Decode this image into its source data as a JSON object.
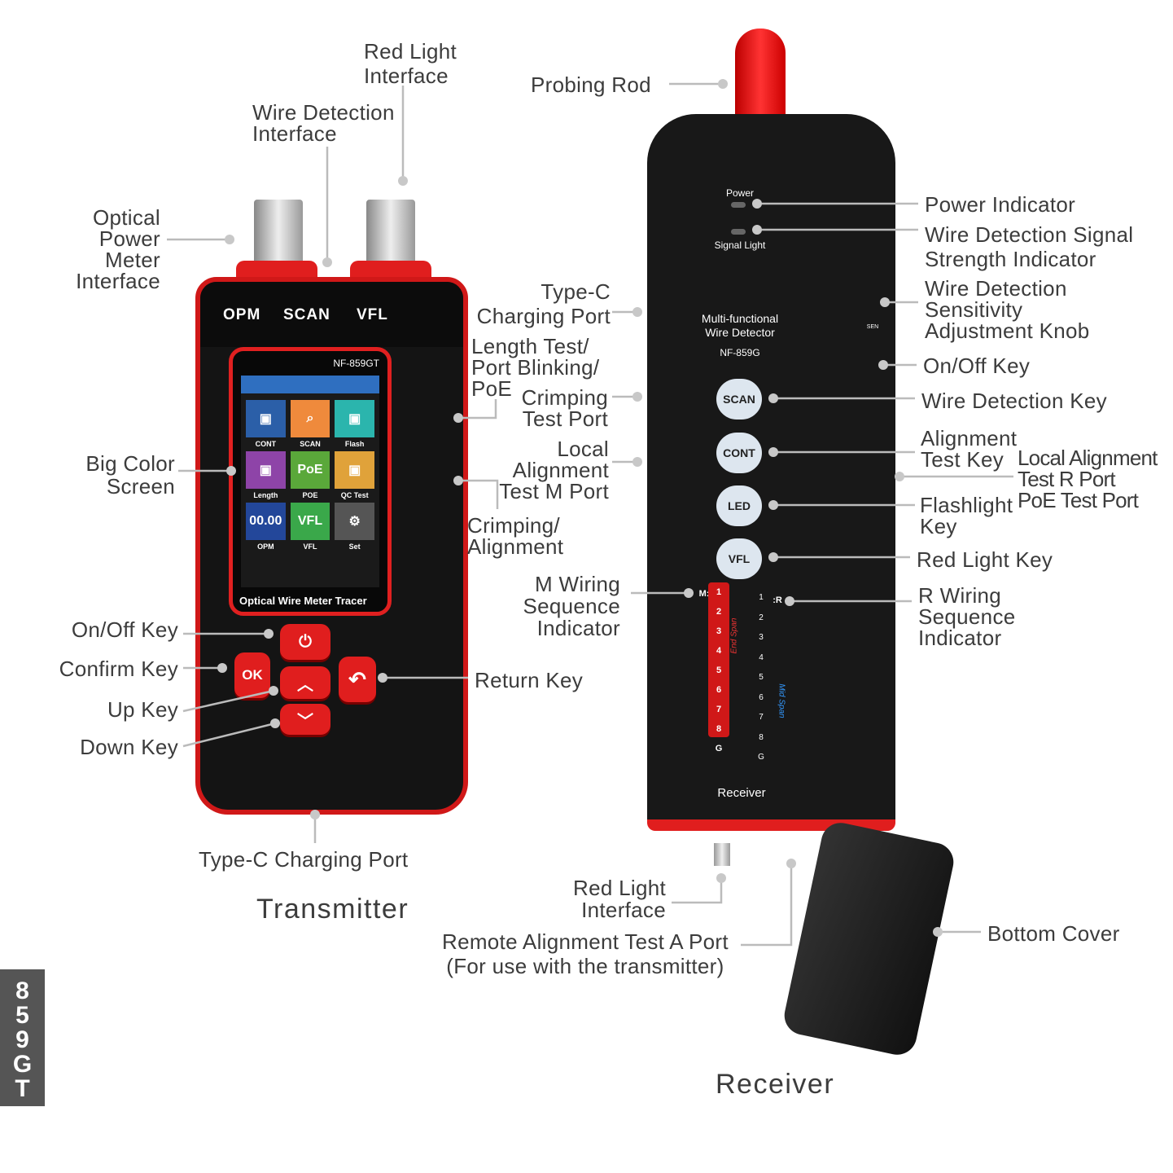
{
  "side_tab": "8\n5\n9\nG\nT",
  "transmitter": {
    "title": "Transmitter",
    "top_labels": [
      "OPM",
      "SCAN",
      "VFL"
    ],
    "model": "NF-859GT",
    "footer": "Optical Wire Meter Tracer",
    "apps": [
      {
        "label": "CONT",
        "color": "#2b5fa8",
        "icon": "ethernet-port-icon"
      },
      {
        "label": "SCAN",
        "color": "#ef8a3c",
        "icon": "magnifier-icon"
      },
      {
        "label": "Flash",
        "color": "#2bb5ad",
        "icon": "flash-port-icon"
      },
      {
        "label": "Length",
        "color": "#8e44a8",
        "icon": "length-icon"
      },
      {
        "label": "POE",
        "color": "#5aa83a",
        "icon": "poe-icon",
        "icon_text": "PoE"
      },
      {
        "label": "QC Test",
        "color": "#e0a23a",
        "icon": "qc-port-icon"
      },
      {
        "label": "OPM",
        "color": "#23479a",
        "icon": "opm-icon",
        "icon_text": "00.00"
      },
      {
        "label": "VFL",
        "color": "#3aa84a",
        "icon": "vfl-icon",
        "icon_text": "VFL"
      },
      {
        "label": "Set",
        "color": "#555555",
        "icon": "gear-icon",
        "icon_text": "⚙"
      }
    ],
    "keys": {
      "power": "⏻",
      "ok": "OK",
      "up": "︿",
      "down": "﹀",
      "back": "↶"
    }
  },
  "receiver": {
    "title": "Receiver",
    "power": "Power",
    "signal": "Signal Light",
    "name": "Multi-functional\nWire Detector",
    "model": "NF-859G",
    "keys": [
      "SCAN",
      "CONT",
      "LED",
      "VFL"
    ],
    "m_label": "M:",
    "r_label": ":R",
    "m_leds": [
      "1",
      "2",
      "3",
      "4",
      "5",
      "6",
      "7",
      "8",
      "G"
    ],
    "r_leds": [
      "1",
      "2",
      "3",
      "4",
      "5",
      "6",
      "7",
      "8",
      "G"
    ],
    "end_span": "End Span",
    "mid_span": "Mid Span",
    "sen": "SEN"
  },
  "labels": {
    "red_light_interface_top": "Red Light\nInterface",
    "wire_detection_interface": "Wire Detection\nInterface",
    "probing_rod": "Probing Rod",
    "optical_power_meter": "Optical\nPower\nMeter\nInterface",
    "type_c_right": "Type-C\nCharging Port",
    "length_test": "Length Test/\nPort Blinking/\nPoE",
    "crimping_test_port": "Crimping\nTest Port",
    "local_alignment_m": "Local\nAlignment\nTest M Port",
    "crimping_alignment": "Crimping/\nAlignment",
    "big_color_screen": "Big Color\nScreen",
    "m_wiring": "M Wiring\nSequence\nIndicator",
    "on_off_left": "On/Off Key",
    "confirm_key": "Confirm Key",
    "up_key": "Up Key",
    "down_key": "Down Key",
    "return_key": "Return Key",
    "type_c_bottom": "Type-C Charging Port",
    "red_light_interface_bottom": "Red Light\nInterface",
    "remote_alignment": "Remote Alignment Test A Port\n(For use with the transmitter)",
    "power_indicator": "Power Indicator",
    "signal_strength": "Wire Detection Signal\nStrength Indicator",
    "sensitivity_knob": "Wire Detection\nSensitivity\nAdjustment Knob",
    "on_off_right": "On/Off Key",
    "wire_detection_key": "Wire Detection Key",
    "alignment_test_key": "Alignment\nTest Key",
    "local_alignment_r": "Local Alignment\nTest R Port\nPoE Test Port",
    "flashlight_key": "Flashlight\nKey",
    "red_light_key": "Red Light Key",
    "r_wiring": "R Wiring\nSequence\nIndicator",
    "bottom_cover": "Bottom Cover"
  }
}
